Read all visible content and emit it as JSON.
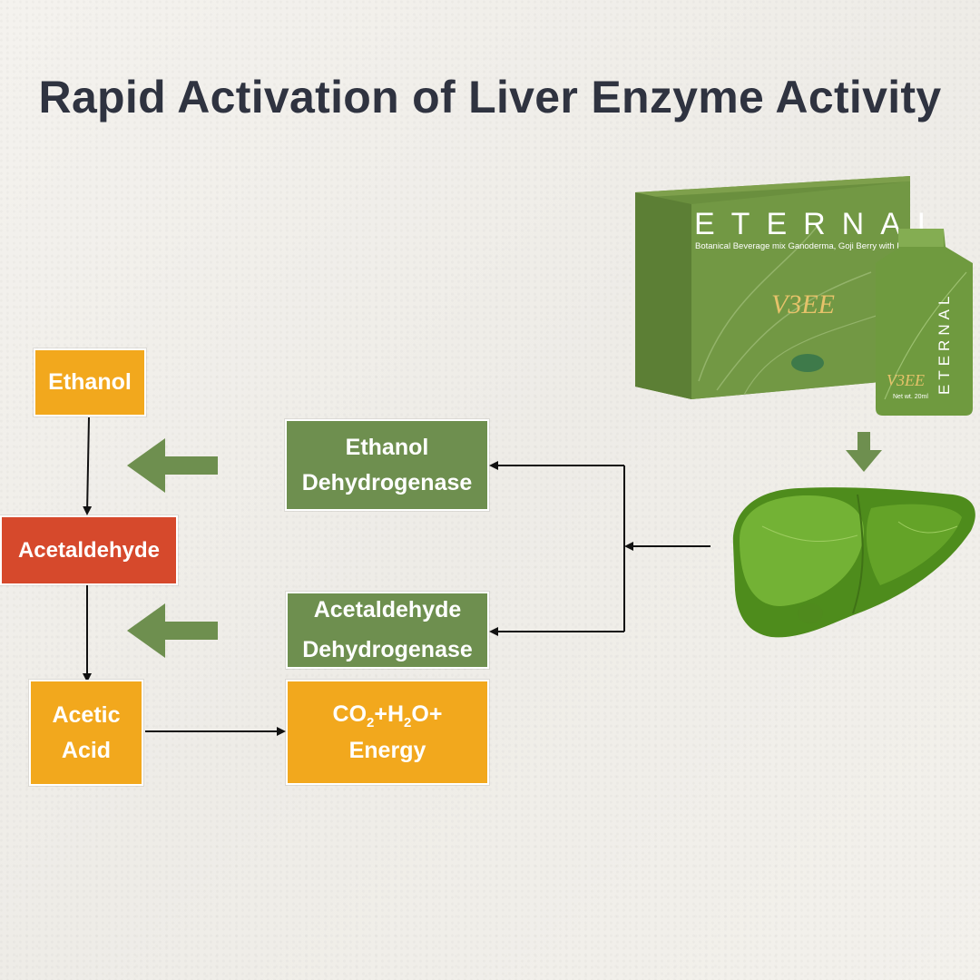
{
  "title": "Rapid Activation of Liver Enzyme Activity",
  "substrates": {
    "ethanol": "Ethanol",
    "acetaldehyde": "Acetaldehyde",
    "acetic_acid_line1": "Acetic",
    "acetic_acid_line2": "Acid"
  },
  "enzymes": {
    "adh_line1": "Ethanol",
    "adh_line2": "Dehydrogenase",
    "aldh_line1": "Acetaldehyde",
    "aldh_line2": "Dehydrogenase"
  },
  "products": {
    "co2": "CO",
    "co2_sub": "2",
    "h2o_plus": "+H",
    "h2o_sub": "2",
    "o_plus": "O+",
    "energy": "Energy"
  },
  "product_package": {
    "brand": "ETERNAL",
    "subtitle": "Botanical Beverage mix Ganoderma, Goji Berry with Probiotic",
    "logo": "V3EE",
    "sachet_brand": "ETERNAL",
    "sachet_net": "Net wt. 20ml"
  },
  "colors": {
    "orange": "#f2a81d",
    "red": "#d6492c",
    "green": "#6e8f4f",
    "title": "#2f3340",
    "liver": "#5a9a1f"
  }
}
